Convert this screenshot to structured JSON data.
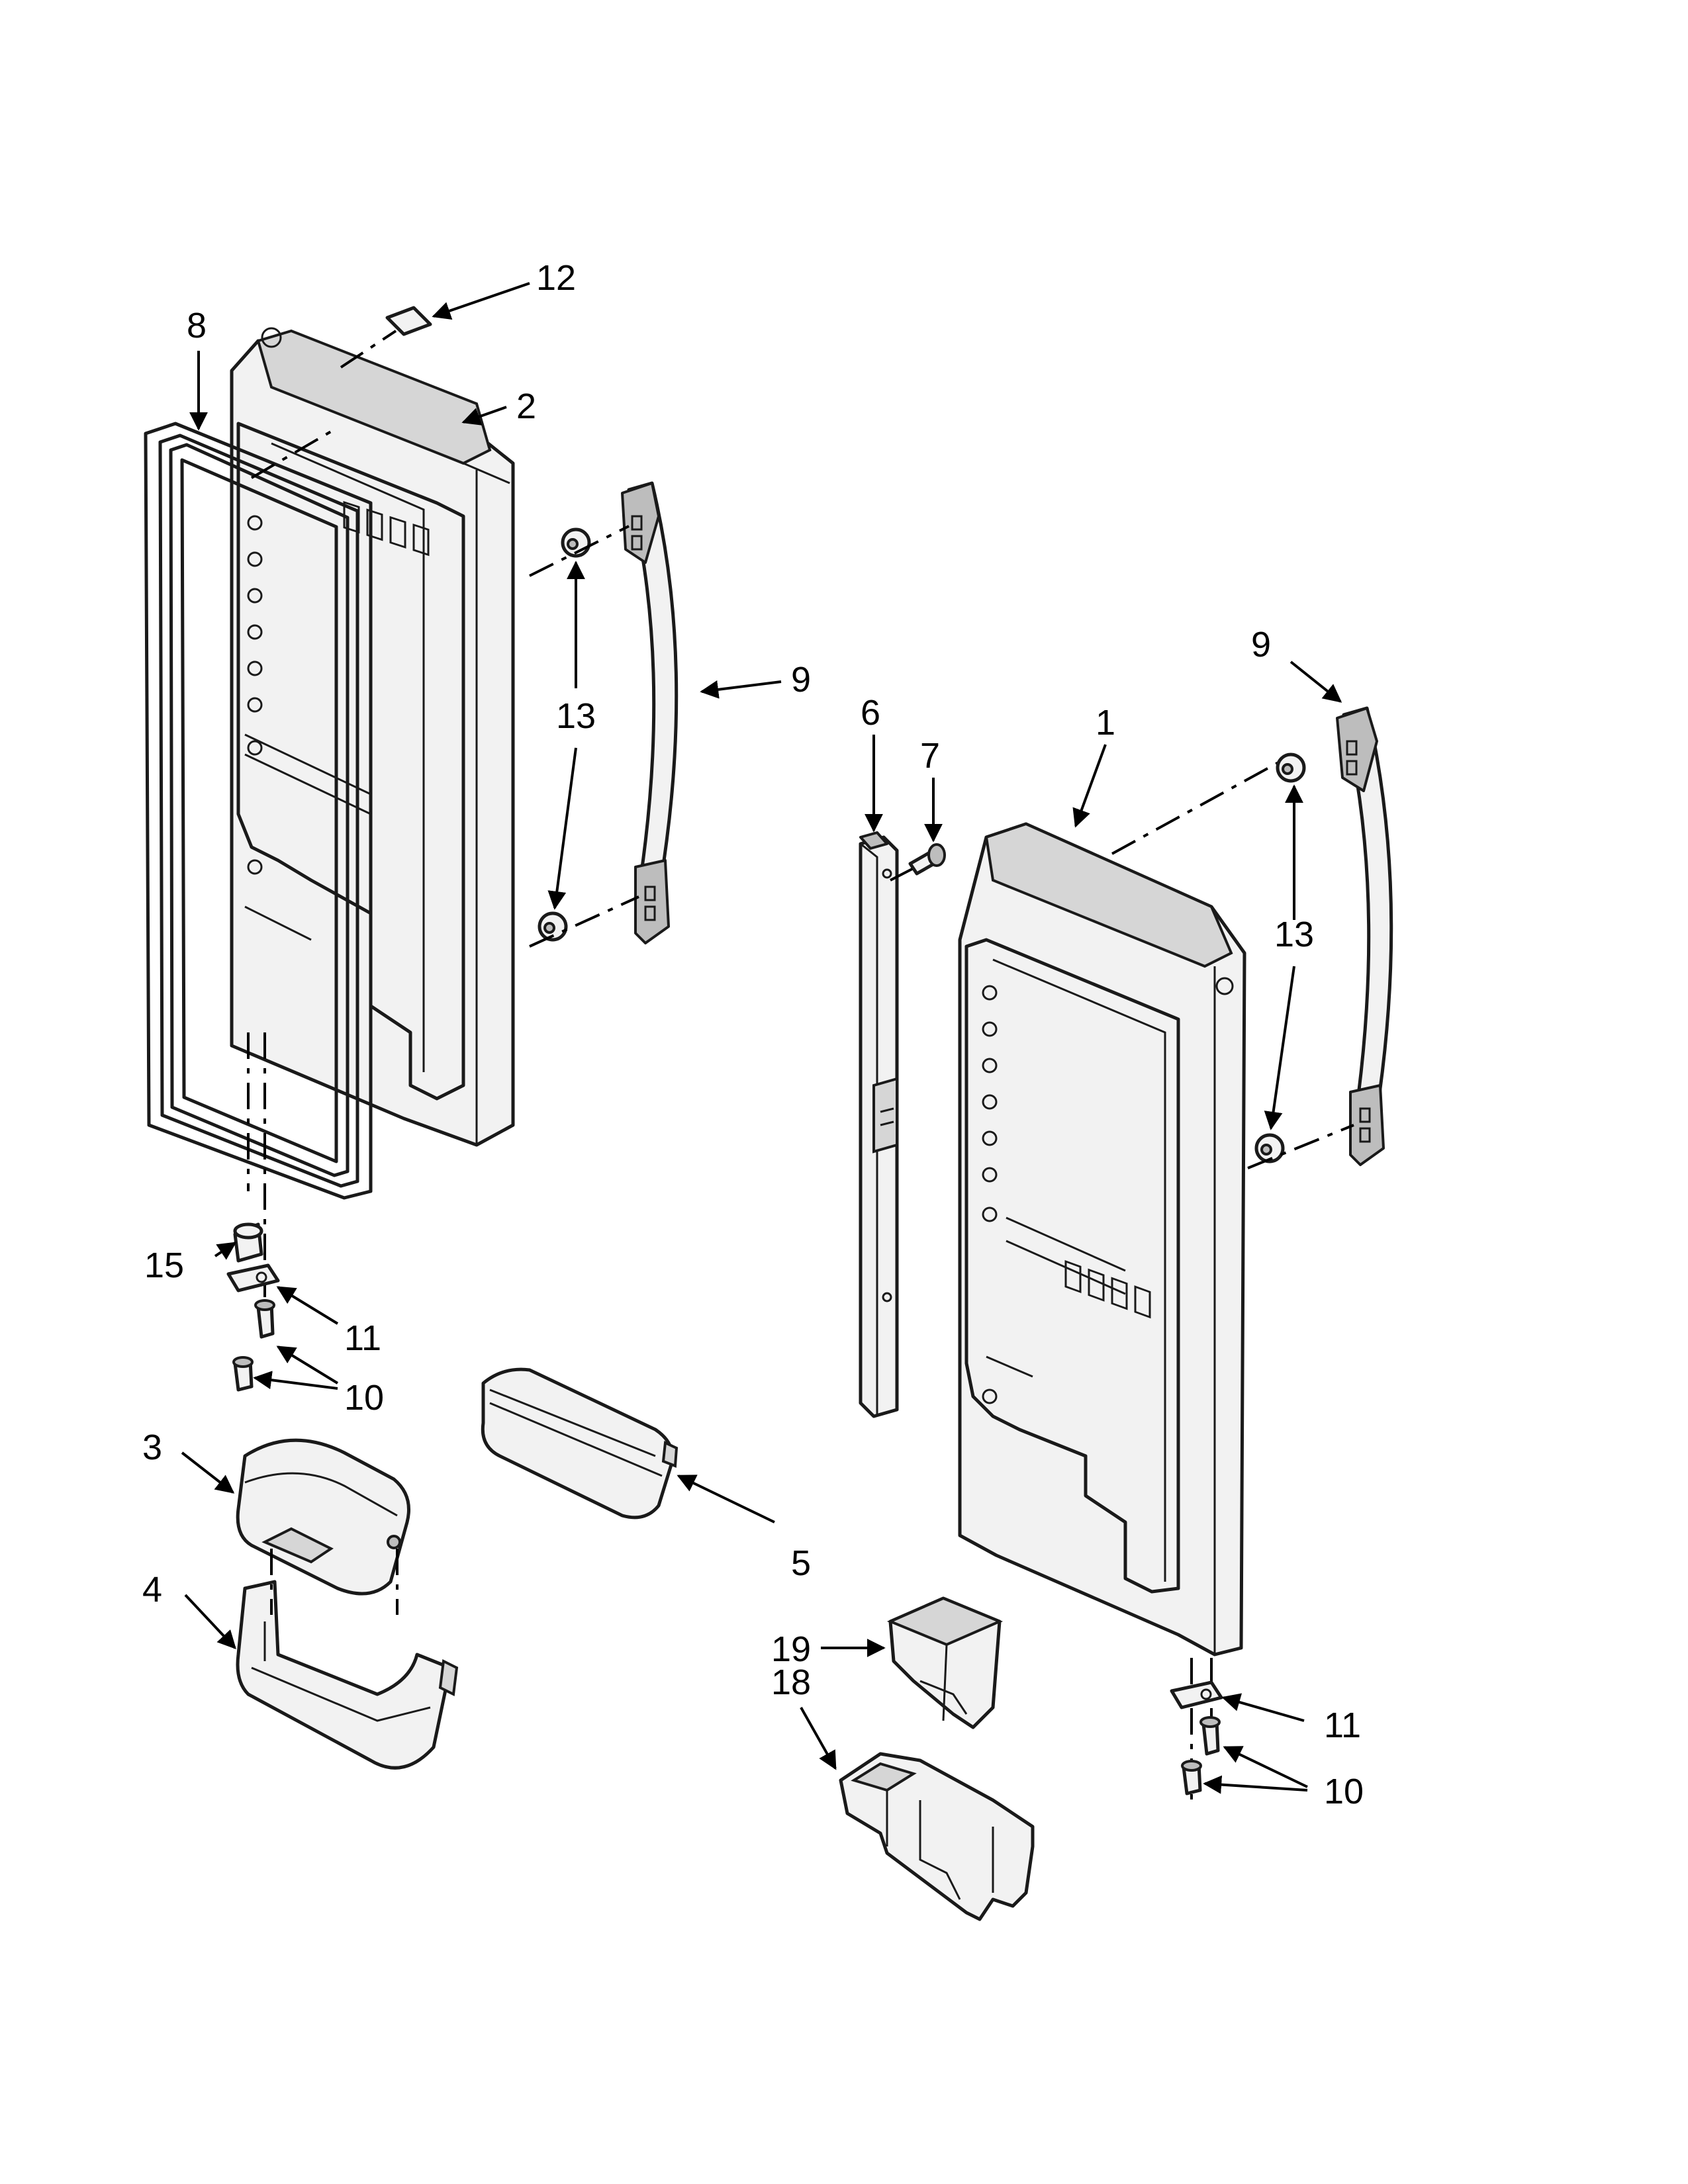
{
  "callouts": {
    "c1": "1",
    "c2": "2",
    "c3": "3",
    "c4": "4",
    "c5": "5",
    "c6": "6",
    "c7": "7",
    "c8": "8",
    "c9_left": "9",
    "c9_right": "9",
    "c10_left": "10",
    "c10_right": "10",
    "c11_left": "11",
    "c11_right": "11",
    "c12": "12",
    "c13_left": "13",
    "c13_right": "13",
    "c15": "15",
    "c18": "18",
    "c19": "19"
  }
}
